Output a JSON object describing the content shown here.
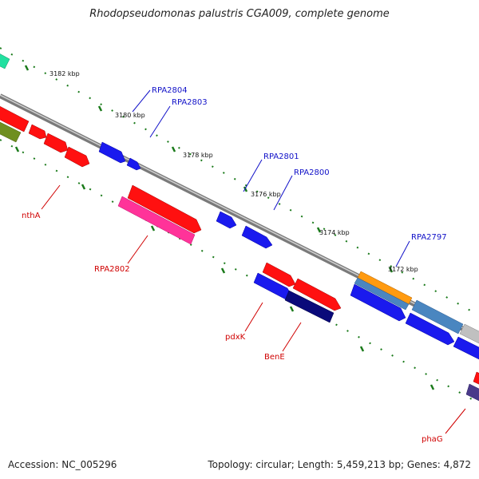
{
  "title": "Rhodopseudomonas palustris CGA009, complete genome",
  "footer": {
    "accession": "Accession: NC_005296",
    "summary": "Topology: circular; Length: 5,459,213 bp; Genes: 4,872"
  },
  "colors": {
    "background": "#ffffff",
    "backbone": "#8a8a8a",
    "tick": "#1a7a1a",
    "label_blue": "#1010c8",
    "label_red": "#d00000",
    "gene_red": "#ff1010",
    "gene_blue": "#1a1aee",
    "gene_pink": "#ff3399",
    "gene_navy": "#0a0a7a",
    "gene_orange": "#ff9a10",
    "gene_steel": "#4a86c0",
    "gene_green": "#6f8f20",
    "gene_teal": "#22e0a0",
    "gene_gray": "#c0c0c0"
  },
  "kbp_labels": [
    "3182 kbp",
    "3180 kbp",
    "3178 kbp",
    "3176 kbp",
    "3174 kbp",
    "3172 kbp"
  ],
  "gene_labels": {
    "rpa2804": "RPA2804",
    "rpa2803": "RPA2803",
    "rpa2801": "RPA2801",
    "rpa2800": "RPA2800",
    "rpa2797": "RPA2797",
    "nthA": "nthA",
    "rpa2802": "RPA2802",
    "pdxK": "pdxK",
    "benE": "BenE",
    "phaG": "phaG"
  }
}
